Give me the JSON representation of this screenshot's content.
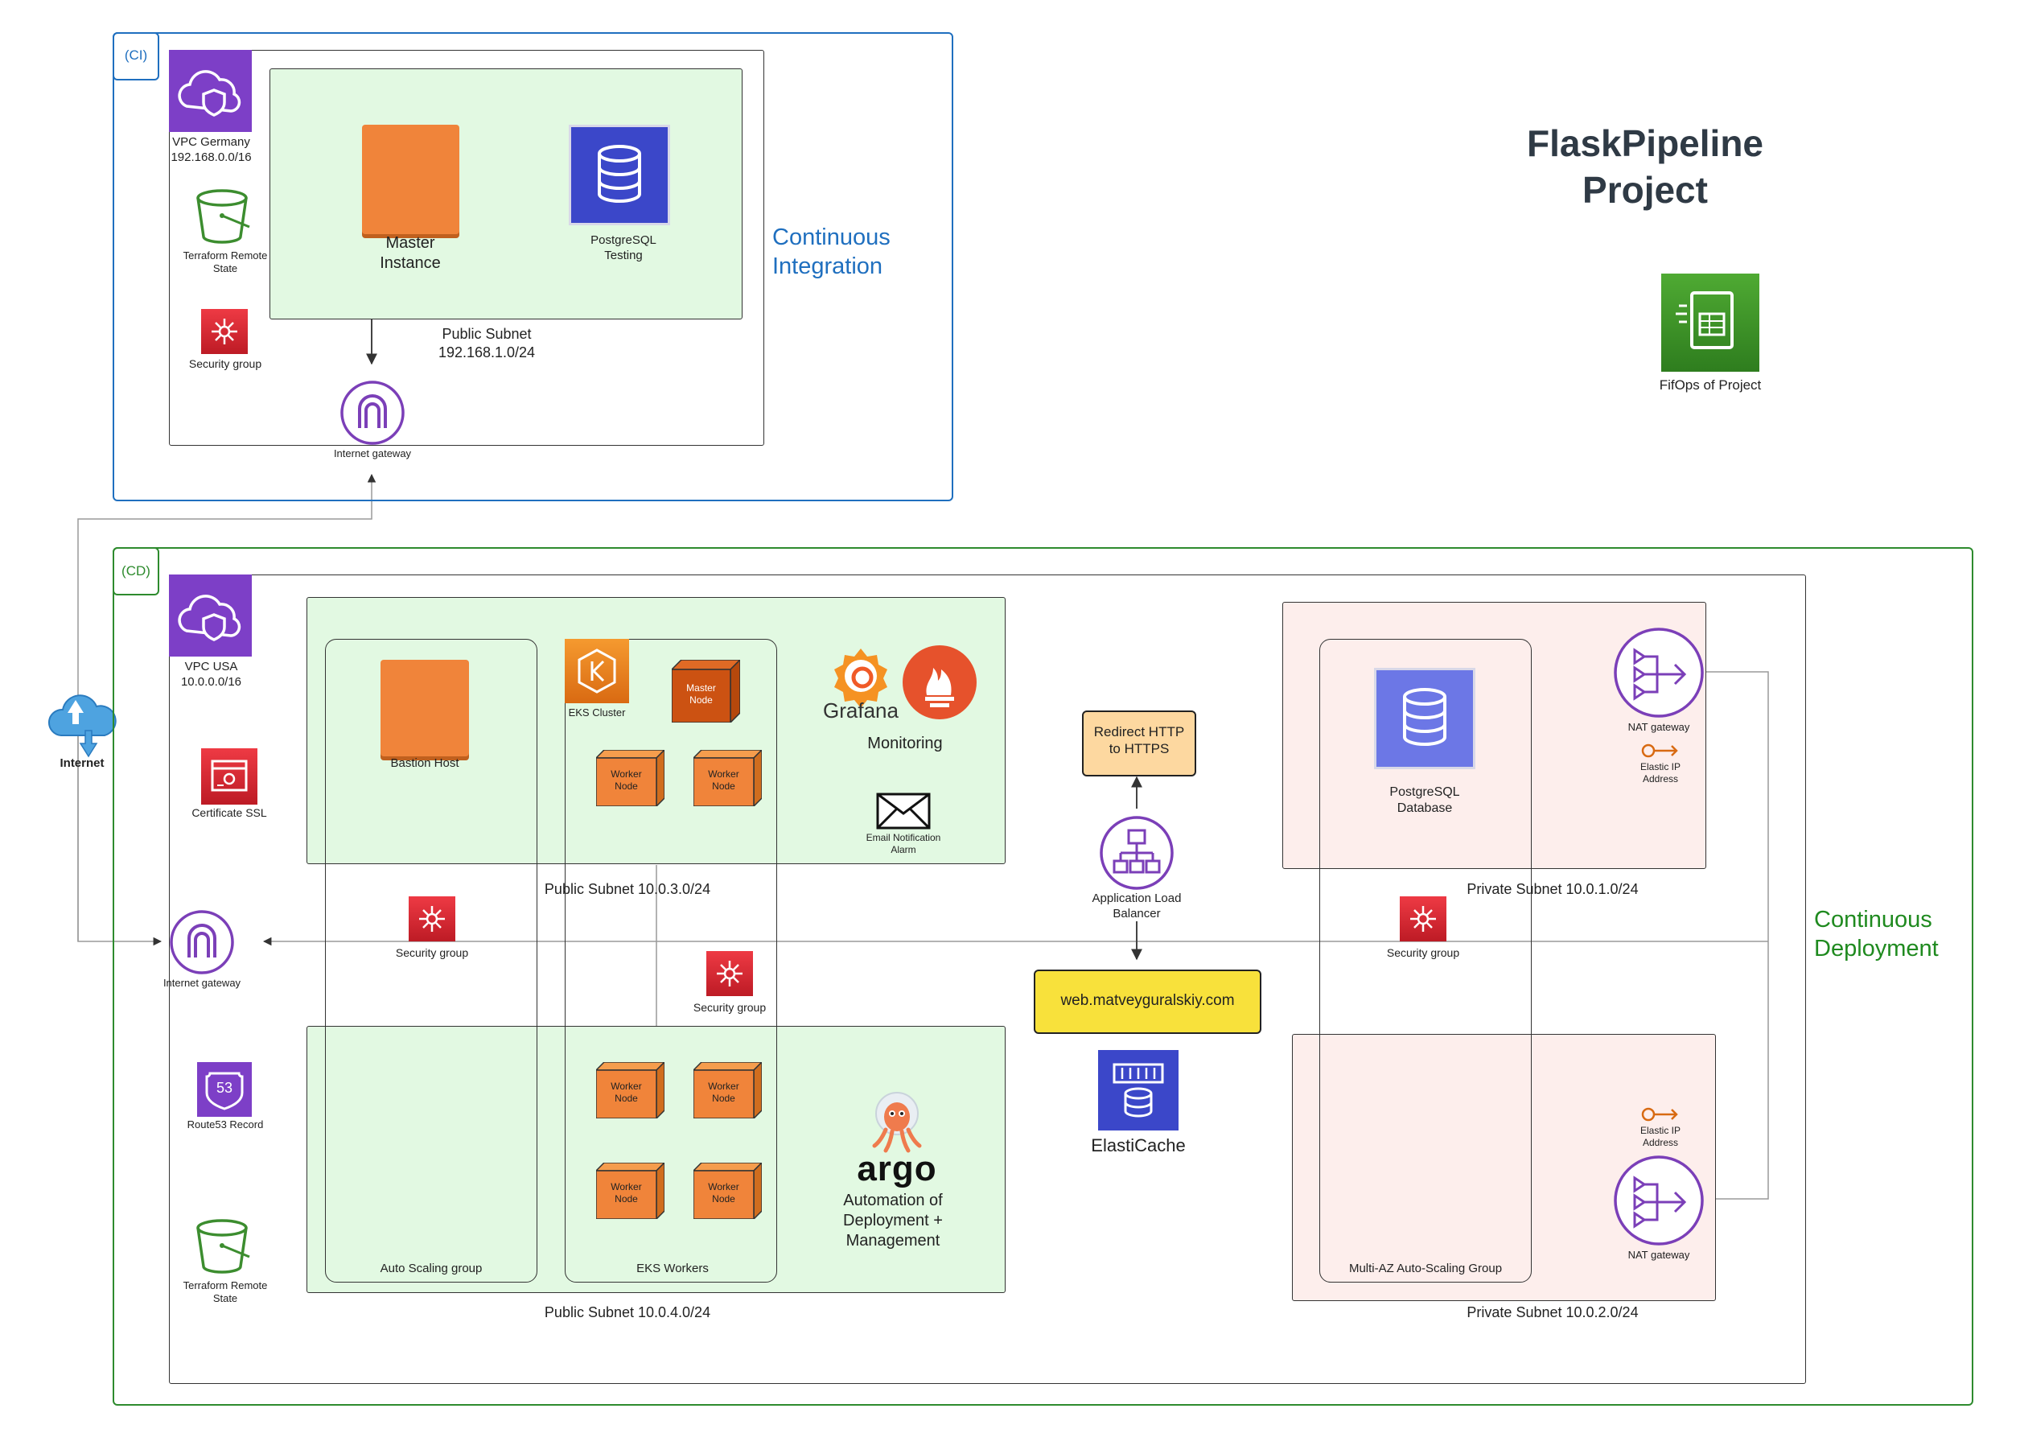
{
  "title": "FlaskPipeline\nProject",
  "devops_label": "FifOps of Project",
  "colors": {
    "ci_border": "#1f6fbf",
    "cd_border": "#2e8b2e",
    "public_subnet_fill": "#e2f9e2",
    "private_subnet_fill": "#fdeeec",
    "purple": "#7b3fb8",
    "orange": "#f0843a",
    "red": "#d9242f",
    "db_blue": "#3b47c9",
    "yellow": "#f8e13b"
  },
  "ci": {
    "tag": "(CI)",
    "vpc_label": "VPC Germany\n192.168.0.0/16",
    "terraform_label": "Terraform Remote\nState",
    "security_group_label": "Security group",
    "master_label": "Master\nInstance",
    "postgres_label": "PostgreSQL\nTesting",
    "subnet_label": "Public Subnet\n192.168.1.0/24",
    "igw_label": "Internet gateway",
    "section_label": "Continuous\nIntegration"
  },
  "internet_label": "Internet",
  "cd": {
    "tag": "(CD)",
    "vpc_label": "VPC USA\n10.0.0.0/16",
    "cert_label": "Certificate SSL",
    "igw_label": "Internet gateway",
    "route53_label": "Route53 Record",
    "route53_glyph": "53",
    "terraform_label": "Terraform Remote\nState",
    "bastion_label": "Bastion Host",
    "eks_cluster_label": "EKS Cluster",
    "master_node_label": "Master\nNode",
    "worker_node_label": "Worker\nNode",
    "grafana_label": "Grafana",
    "monitoring_label": "Monitoring",
    "email_label": "Email Notification\nAlarm",
    "public_subnet_1": "Public Subnet 10.0.3.0/24",
    "public_subnet_2": "Public Subnet 10.0.4.0/24",
    "security_group_label": "Security group",
    "asg_label": "Auto Scaling group",
    "eks_workers_label": "EKS Workers",
    "argo_label": "argo",
    "argo_caption": "Automation of\nDeployment +\nManagement",
    "redirect_label": "Redirect HTTP\nto HTTPS",
    "alb_label": "Application Load\nBalancer",
    "domain_label": "web.matveyguralskiy.com",
    "elasticache_label": "ElastiCache",
    "postgres_db_label": "PostgreSQL\nDatabase",
    "nat_label": "NAT gateway",
    "eip_label": "Elastic IP\nAddress",
    "private_subnet_1": "Private Subnet 10.0.1.0/24",
    "private_subnet_2": "Private Subnet 10.0.2.0/24",
    "multi_az_label": "Multi-AZ Auto-Scaling Group",
    "section_label": "Continuous\nDeployment"
  }
}
